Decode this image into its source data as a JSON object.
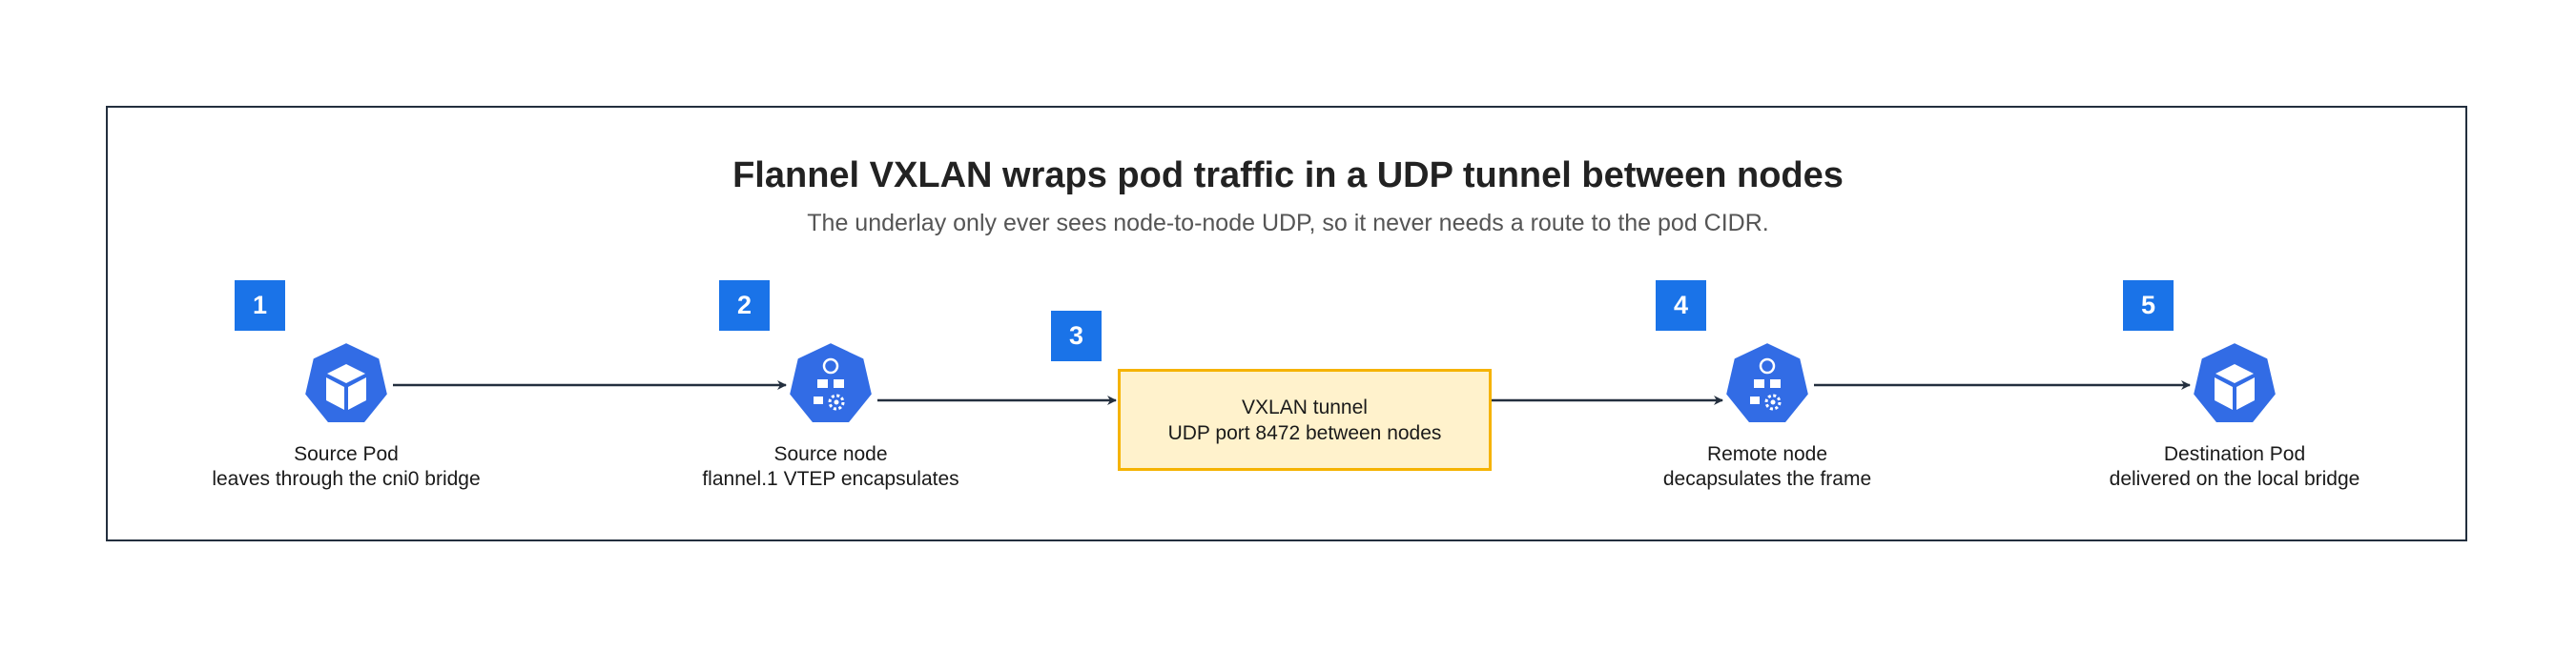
{
  "title": "Flannel VXLAN wraps pod traffic in a UDP tunnel between nodes",
  "subtitle": "The underlay only ever sees node-to-node UDP, so it never needs a route to the pod CIDR.",
  "colors": {
    "accent": "#1a73e8",
    "k8s_blue": "#326ce5",
    "frame": "#232f3e",
    "tunnel_fill": "#fff2cc",
    "tunnel_border": "#f5b300"
  },
  "steps": [
    {
      "number": "1",
      "icon": "pod-icon",
      "title": "Source Pod",
      "detail": "leaves through the cni0 bridge"
    },
    {
      "number": "2",
      "icon": "node-icon",
      "title": "Source node",
      "detail": "flannel.1 VTEP encapsulates"
    },
    {
      "number": "3",
      "title": "VXLAN tunnel",
      "detail": "UDP port 8472 between nodes"
    },
    {
      "number": "4",
      "icon": "node-icon",
      "title": "Remote node",
      "detail": "decapsulates the frame"
    },
    {
      "number": "5",
      "icon": "pod-icon",
      "title": "Destination Pod",
      "detail": "delivered on the local bridge"
    }
  ]
}
